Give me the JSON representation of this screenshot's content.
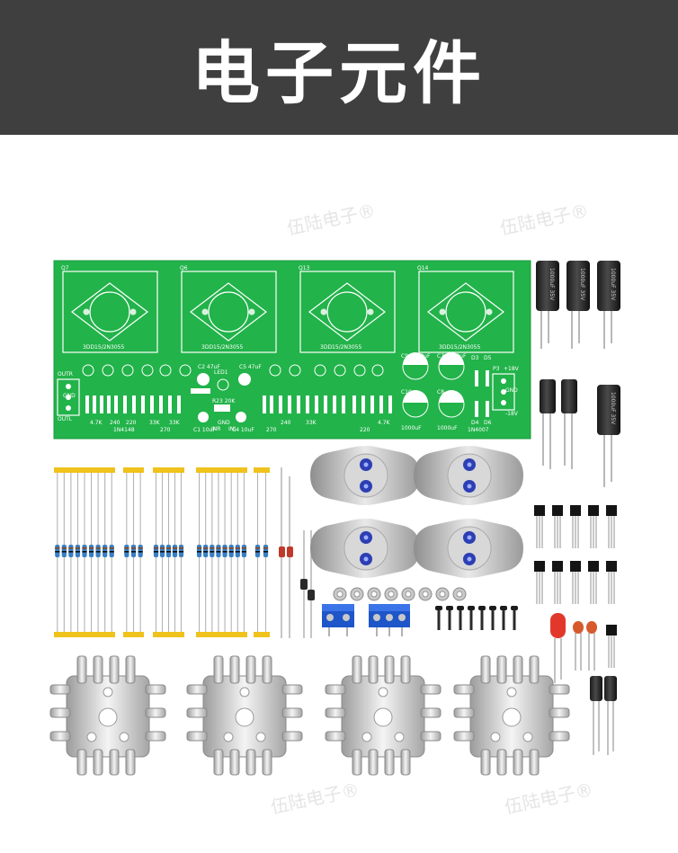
{
  "header": {
    "title": "电子元件"
  },
  "watermark": "伍陆电子®",
  "colors": {
    "banner": "#3f3f3f",
    "pcb": "#22b34a",
    "silk": "#ffffff",
    "brass": "#e8c21e"
  },
  "pcb": {
    "transistor_labels": [
      "Q7",
      "Q6",
      "Q13",
      "Q14"
    ],
    "power_part": "3DD15/2N3055",
    "left_conn": [
      "OUTR",
      "GND",
      "OUTL"
    ],
    "right_conn": [
      "P3",
      "+18V",
      "GND",
      "-18V"
    ],
    "resistor_values_left": [
      "4.7K",
      "240",
      "220",
      "33K",
      "33K",
      "270"
    ],
    "resistor_values_right": [
      "270",
      "240",
      "33K",
      "4.7K",
      "220"
    ],
    "cap_labels": [
      "C9 1000uF",
      "C7 1000uF",
      "C10",
      "C8"
    ],
    "cap_values": [
      "1000uF",
      "1000uF"
    ],
    "small_caps": [
      "C2 47uF",
      "C5 47uF",
      "C1 10uF",
      "C4 10uF"
    ],
    "pot": "R23 20K",
    "led": "LED1",
    "diodes_right": [
      "D3",
      "D5",
      "D4",
      "D6",
      "1N4007"
    ],
    "diode_left": "1N4148",
    "inputs": [
      "INR",
      "GND",
      "INL"
    ]
  },
  "electrolytic_label": "1000uF 35V"
}
